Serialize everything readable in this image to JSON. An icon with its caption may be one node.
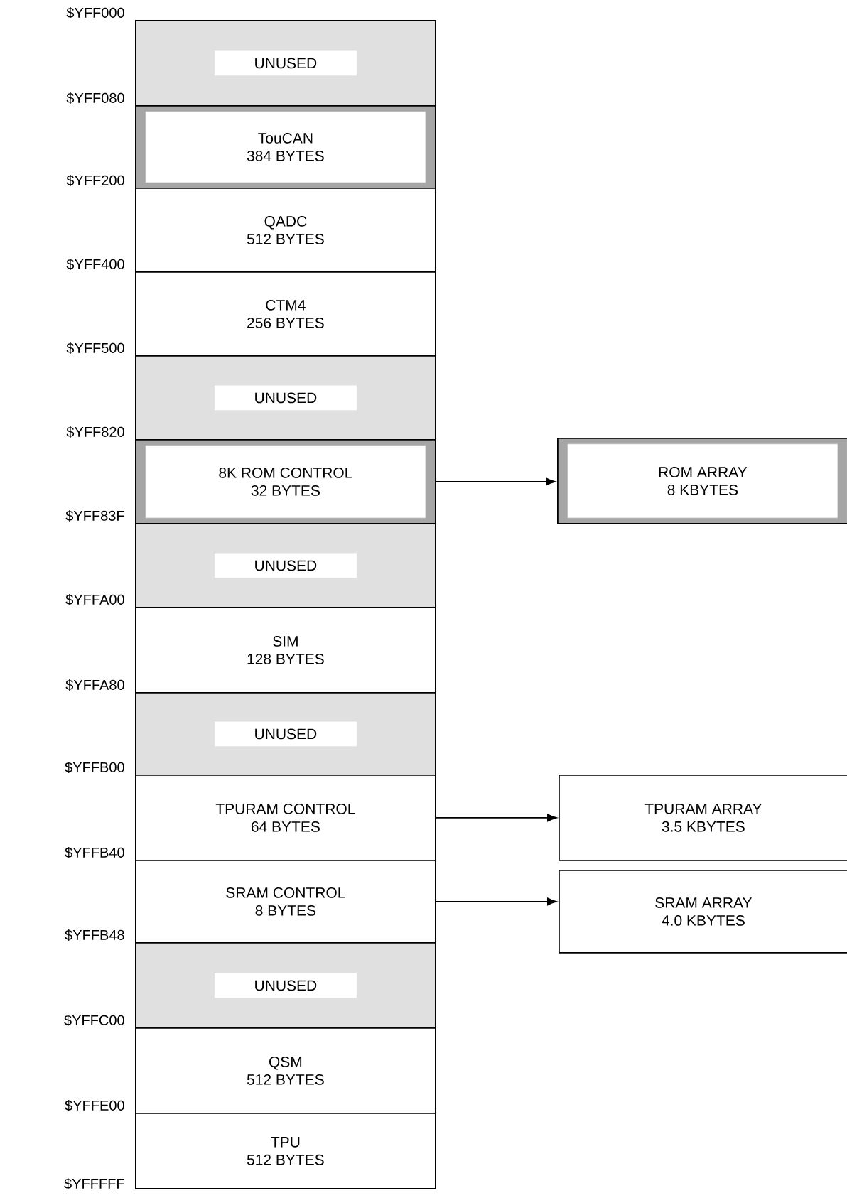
{
  "diagram": {
    "nodes": [
      {
        "text": [
          "UNUSED"
        ]
      },
      {
        "text": [
          "TouCAN",
          "384 BYTES"
        ]
      },
      {
        "text": [
          "QADC",
          "512 BYTES"
        ]
      },
      {
        "text": [
          "CTM4",
          "256 BYTES"
        ]
      },
      {
        "text": [
          "UNUSED"
        ]
      },
      {
        "text": [
          "8K ROM CONTROL",
          "32 BYTES"
        ]
      },
      {
        "text": [
          "UNUSED"
        ]
      },
      {
        "text": [
          "SIM",
          "128 BYTES"
        ]
      },
      {
        "text": [
          "UNUSED"
        ]
      },
      {
        "text": [
          "TPURAM CONTROL",
          "64 BYTES"
        ]
      },
      {
        "text": [
          "SRAM CONTROL",
          "8 BYTES"
        ]
      },
      {
        "text": [
          "UNUSED"
        ]
      },
      {
        "text": [
          "QSM",
          "512 BYTES"
        ]
      },
      {
        "text": [
          "TPU",
          "512 BYTES"
        ]
      },
      {
        "text": [
          "ROM ARRAY",
          "8 KBYTES"
        ]
      },
      {
        "text": [
          "TPURAM ARRAY",
          "3.5 KBYTES"
        ]
      },
      {
        "text": [
          "SRAM ARRAY",
          "4.0 KBYTES"
        ]
      }
    ],
    "edges": [
      {
        "from": 5,
        "to": 14,
        "arrow": "to"
      },
      {
        "from": 9,
        "to": 15,
        "arrow": "to"
      },
      {
        "from": 10,
        "to": 16,
        "arrow": "to"
      }
    ],
    "labels": [
      "$YFF000",
      "$YFF080",
      "$YFF200",
      "$YFF400",
      "$YFF500",
      "$YFF820",
      "$YFF83F",
      "$YFFA00",
      "$YFFA80",
      "$YFFB00",
      "$YFFB40",
      "$YFFB48",
      "$YFFC00",
      "$YFFE00",
      "$YFFFFF"
    ]
  }
}
